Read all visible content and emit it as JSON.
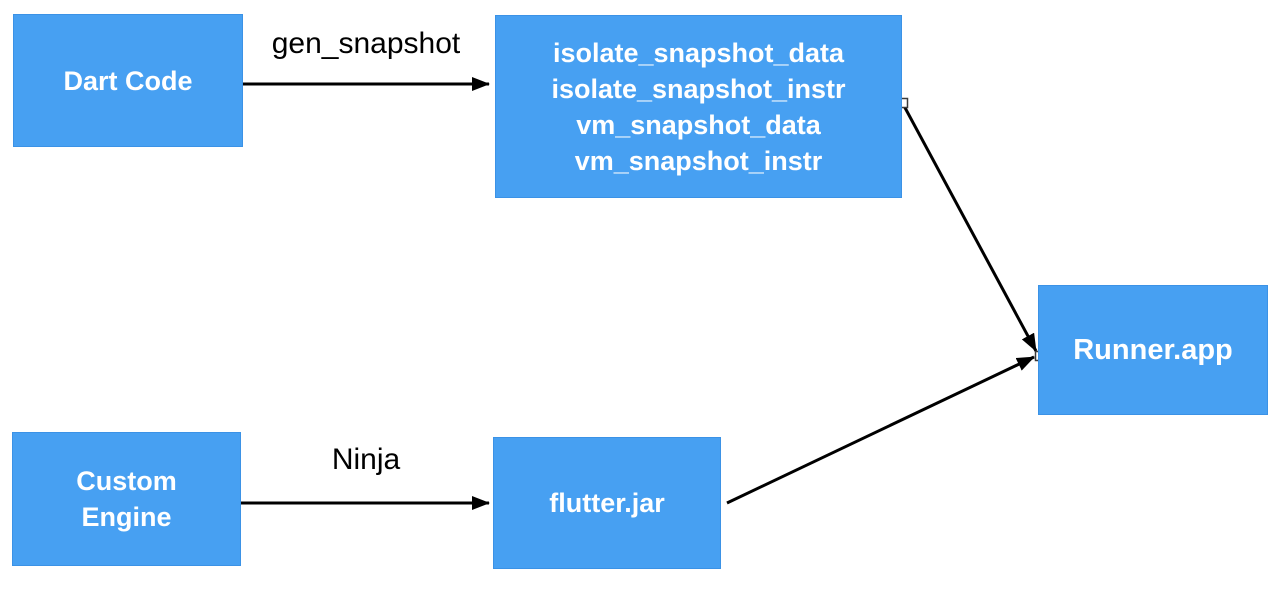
{
  "diagram": {
    "nodes": {
      "dart_code": {
        "label": "Dart Code"
      },
      "snapshot_files": {
        "lines": [
          "isolate_snapshot_data",
          "isolate_snapshot_instr",
          "vm_snapshot_data",
          "vm_snapshot_instr"
        ]
      },
      "custom_engine": {
        "label": "Custom Engine"
      },
      "flutter_jar": {
        "label": "flutter.jar"
      },
      "runner_app": {
        "label": "Runner.app"
      }
    },
    "edge_labels": {
      "gen_snapshot": "gen_snapshot",
      "ninja": "Ninja"
    },
    "colors": {
      "background": "#FFFFFF",
      "node_fill": "#47A0F2",
      "node_border": "#3B92E6",
      "node_text": "#FFFFFF",
      "edge_stroke": "#000000",
      "edge_label_text": "#000000",
      "handle_fill": "#FFFFFF",
      "handle_stroke": "#3B3B3B"
    }
  }
}
